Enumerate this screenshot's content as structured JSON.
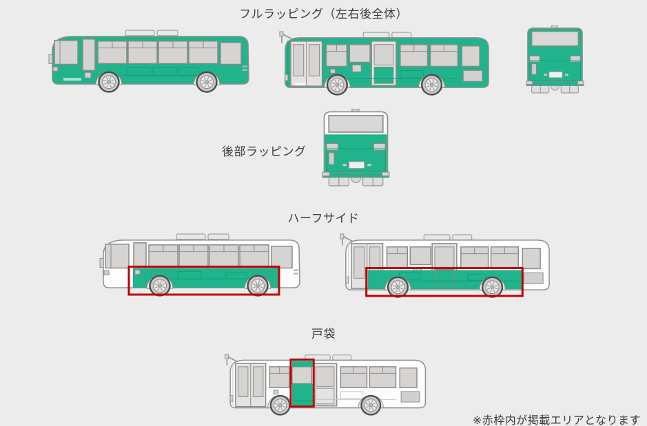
{
  "colors": {
    "wrap_green": "#21b38b",
    "wrap_green_dark": "#0fa07c",
    "frame_red": "#c00000",
    "background": "#ececec"
  },
  "sections": {
    "full_wrap": {
      "title": "フルラッピング（左右後全体）"
    },
    "rear_wrap": {
      "title": "後部ラッピング"
    },
    "half_side": {
      "title": "ハーフサイド"
    },
    "door_pocket": {
      "title": "戸袋"
    }
  },
  "footnote": "※赤枠内が掲載エリアとなります"
}
